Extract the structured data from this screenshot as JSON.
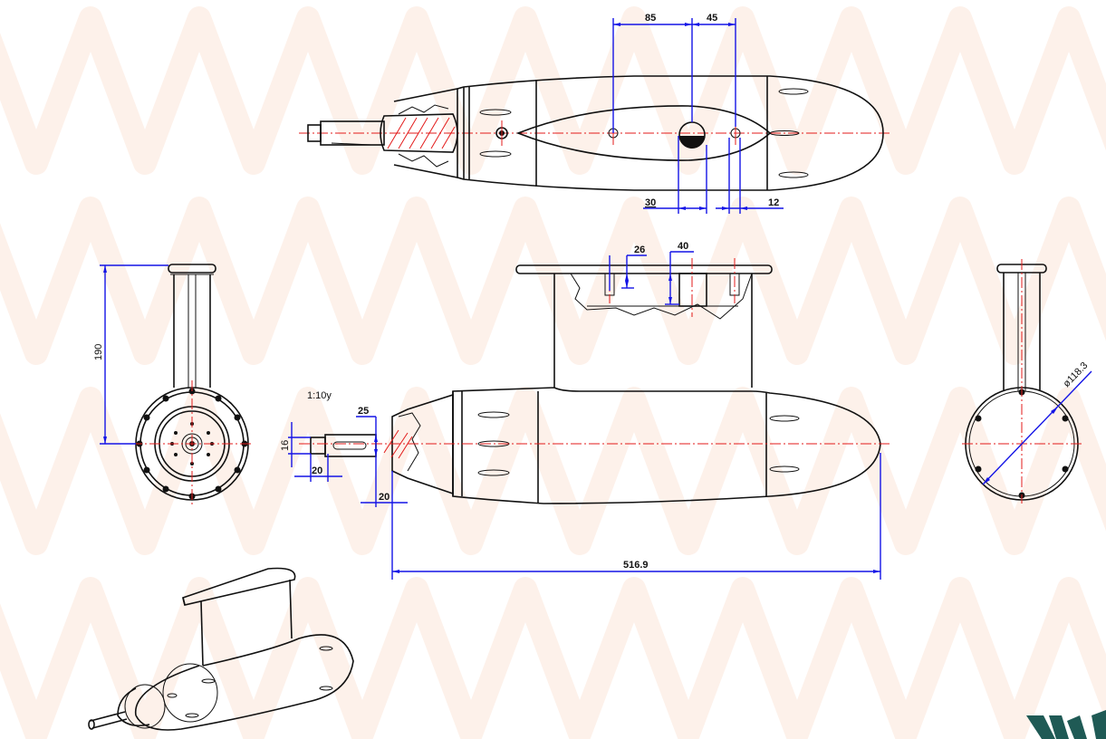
{
  "drawing": {
    "title": "Propeller pod / underwater thruster housing — technical drawing",
    "scale_label": "1:10y",
    "watermark_brand_partial": "W",
    "colors": {
      "outline": "#111111",
      "centerline": "#e31b1b",
      "dimension": "#1414e6",
      "watermark": "#fdf1ea",
      "brand": "#1f5a55"
    }
  },
  "views": {
    "top_view": {
      "name": "Top view",
      "dimensions": {
        "d85": "85",
        "d45": "45",
        "d30": "30",
        "d12": "12"
      }
    },
    "front_view": {
      "name": "Front view (left)",
      "dimensions": {
        "d190": "190"
      }
    },
    "side_view": {
      "name": "Side elevation",
      "dimensions": {
        "d26": "26",
        "d40": "40",
        "d25": "25",
        "d16": "16",
        "d20a": "20",
        "d20b": "20",
        "d516": "516.9"
      }
    },
    "rear_view": {
      "name": "Rear view (right)",
      "dimensions": {
        "dia": "ø118.3"
      }
    },
    "iso_view": {
      "name": "Isometric view"
    }
  }
}
